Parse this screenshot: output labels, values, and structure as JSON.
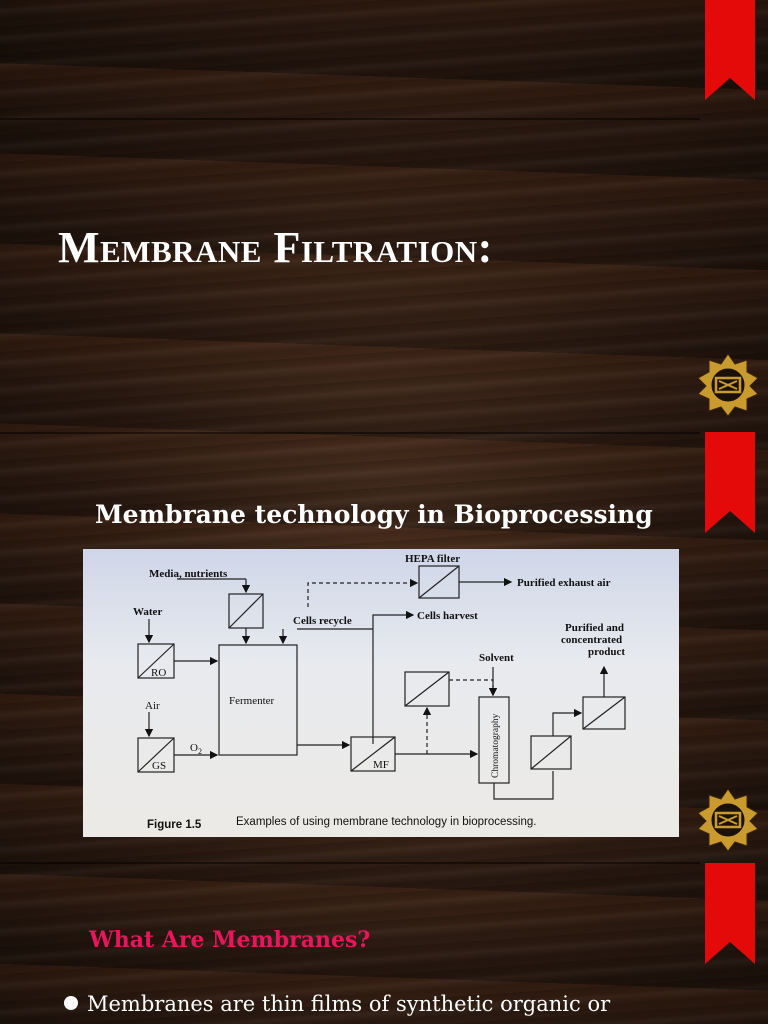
{
  "slide": {
    "title": "Membrane Filtration:",
    "subtitle": "Membrane technology in Bioprocessing",
    "section_heading": "What Are Membranes?",
    "bullet_text": "Membranes are thin films of synthetic organic or"
  },
  "figure": {
    "labels": {
      "hepa": "HEPA filter",
      "exhaust": "Purified exhaust air",
      "media": "Media, nutrients",
      "water": "Water",
      "ro": "RO",
      "cells_recycle": "Cells recycle",
      "cells_harvest": "Cells harvest",
      "purified_1": "Purified and",
      "purified_2": "concentrated",
      "purified_3": "product",
      "solvent": "Solvent",
      "fermenter": "Fermenter",
      "air": "Air",
      "gs": "GS",
      "o2": "O",
      "o2_sub": "2",
      "mf": "MF",
      "chromatography": "Chromatography",
      "caption_num": "Figure 1.5",
      "caption_text": "Examples of using membrane technology in bioprocessing."
    }
  },
  "colors": {
    "ribbon": "#e50a0a",
    "ornament_gold": "#c99a2e",
    "heading_pink": "#e8175d"
  }
}
